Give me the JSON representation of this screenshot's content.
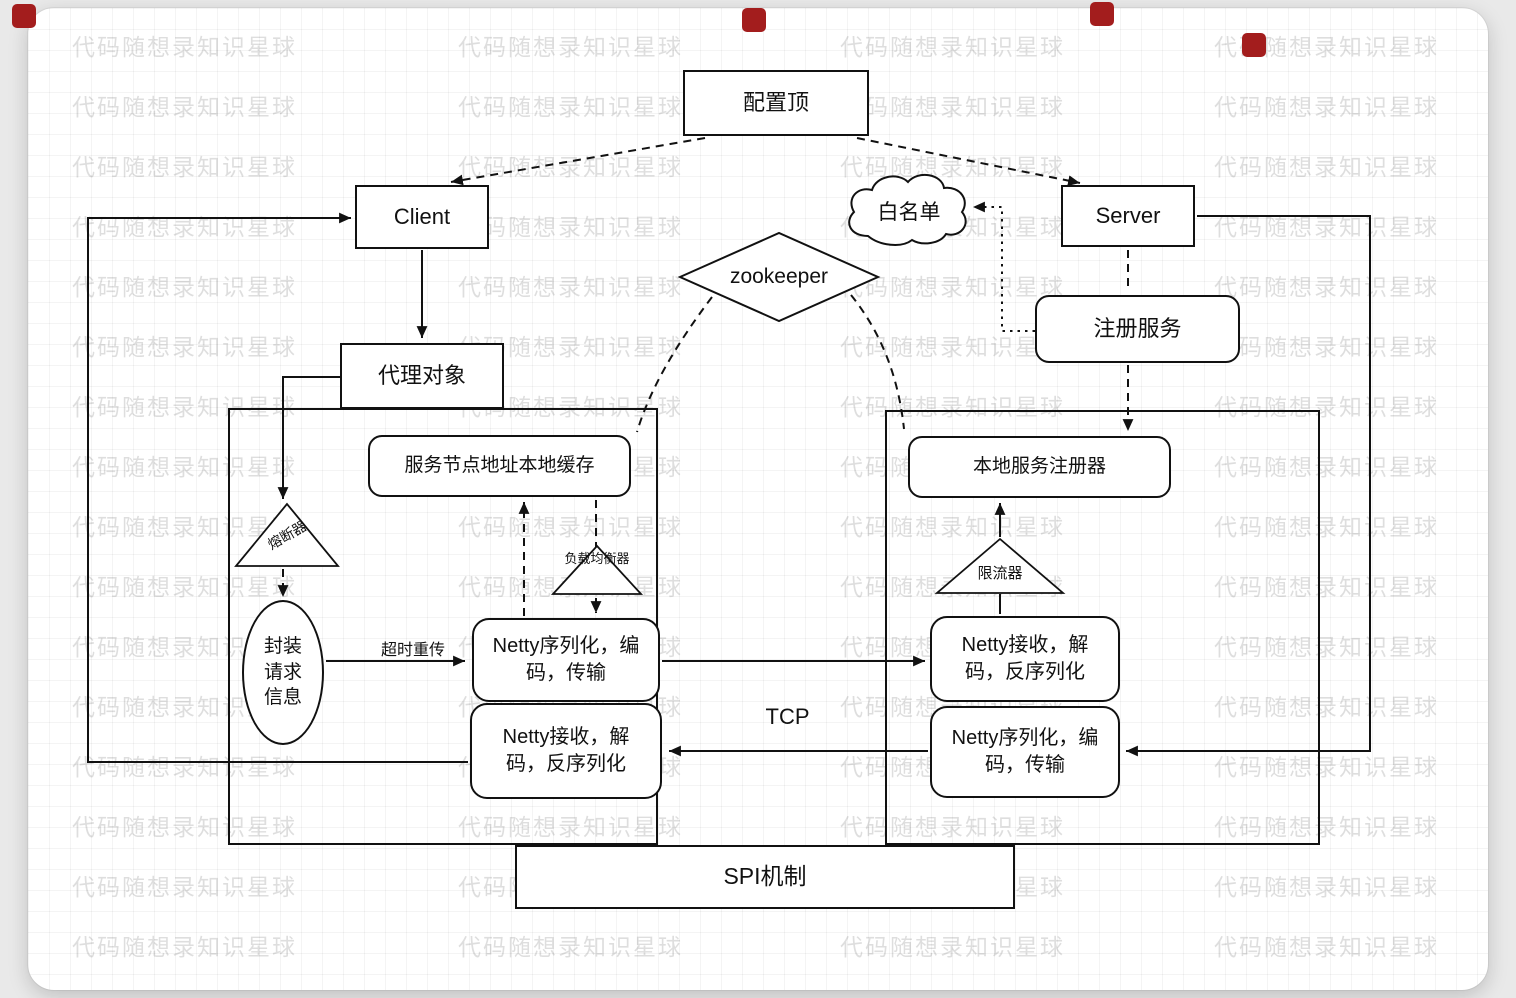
{
  "watermark": {
    "text": "代码随想录知识星球"
  },
  "labels": {
    "config_center": "配置顶",
    "client": "Client",
    "server": "Server",
    "whitelist": "白名单",
    "zookeeper": "zookeeper",
    "register_service": "注册服务",
    "proxy_object": "代理对象",
    "service_node_cache": "服务节点地址本地缓存",
    "local_service_registrar": "本地服务注册器",
    "circuit_breaker": "熔断器",
    "load_balancer": "负载均衡器",
    "rate_limiter": "限流器",
    "wrap_request": "封装请求信息",
    "timeout_retry": "超时重传",
    "client_netty_send": "Netty序列化，编码，传输",
    "client_netty_recv": "Netty接收，解码，反序列化",
    "server_netty_recv": "Netty接收，解码，反序列化",
    "server_netty_send": "Netty序列化，编码，传输",
    "tcp": "TCP",
    "spi": "SPI机制"
  },
  "colors": {
    "stroke": "#111111",
    "logo_red": "#a31d1d",
    "watermark": "rgba(0,0,0,0.13)",
    "background": "#ffffff"
  }
}
